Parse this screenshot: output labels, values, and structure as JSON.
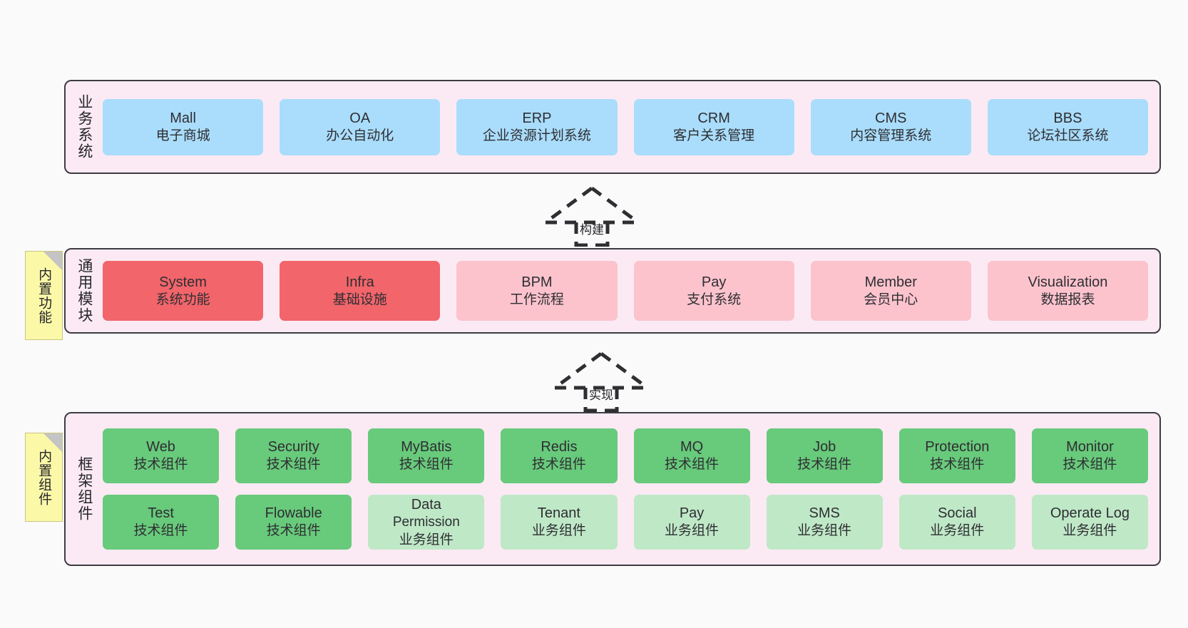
{
  "diagram": {
    "title": "业务系统 / 通用模块 / 框架组件 架构分层图",
    "colors": {
      "panel_bg": "#fbeaf4",
      "panel_border": "#3c3c42",
      "business_card": "#aaddfb",
      "module_core_card": "#f2656a",
      "module_card": "#fcc3cd",
      "tech_component_card": "#68ca7b",
      "biz_component_card": "#bfe8c7",
      "note_bg": "#fbf8a8",
      "canvas_bg": "#fafafa"
    }
  },
  "layers": [
    {
      "key": "business",
      "label": "业务系统",
      "rows": [
        {
          "cards": [
            {
              "name": "mall",
              "t1": "Mall",
              "t2": "电子商城",
              "style": "h-blue"
            },
            {
              "name": "oa",
              "t1": "OA",
              "t2": "办公自动化",
              "style": "h-blue"
            },
            {
              "name": "erp",
              "t1": "ERP",
              "t2": "企业资源计划系统",
              "style": "h-blue"
            },
            {
              "name": "crm",
              "t1": "CRM",
              "t2": "客户关系管理",
              "style": "h-blue"
            },
            {
              "name": "cms",
              "t1": "CMS",
              "t2": "内容管理系统",
              "style": "h-blue"
            },
            {
              "name": "bbs",
              "t1": "BBS",
              "t2": "论坛社区系统",
              "style": "h-blue"
            }
          ]
        }
      ]
    },
    {
      "key": "module",
      "label": "通用模块",
      "note": "内置功能",
      "rows": [
        {
          "cards": [
            {
              "name": "system",
              "t1": "System",
              "t2": "系统功能",
              "style": "h-red"
            },
            {
              "name": "infra",
              "t1": "Infra",
              "t2": "基础设施",
              "style": "h-red"
            },
            {
              "name": "bpm",
              "t1": "BPM",
              "t2": "工作流程",
              "style": "h-pink"
            },
            {
              "name": "pay",
              "t1": "Pay",
              "t2": "支付系统",
              "style": "h-pink"
            },
            {
              "name": "member",
              "t1": "Member",
              "t2": "会员中心",
              "style": "h-pink"
            },
            {
              "name": "visualization",
              "t1": "Visualization",
              "t2": "数据报表",
              "style": "h-pink"
            }
          ]
        }
      ]
    },
    {
      "key": "framework",
      "label": "框架组件",
      "note": "内置组件",
      "rows": [
        {
          "cards": [
            {
              "name": "web",
              "t1": "Web",
              "t2": "技术组件",
              "style": "h-green"
            },
            {
              "name": "security",
              "t1": "Security",
              "t2": "技术组件",
              "style": "h-green"
            },
            {
              "name": "mybatis",
              "t1": "MyBatis",
              "t2": "技术组件",
              "style": "h-green"
            },
            {
              "name": "redis",
              "t1": "Redis",
              "t2": "技术组件",
              "style": "h-green"
            },
            {
              "name": "mq",
              "t1": "MQ",
              "t2": "技术组件",
              "style": "h-green"
            },
            {
              "name": "job",
              "t1": "Job",
              "t2": "技术组件",
              "style": "h-green"
            },
            {
              "name": "protection",
              "t1": "Protection",
              "t2": "技术组件",
              "style": "h-green"
            },
            {
              "name": "monitor",
              "t1": "Monitor",
              "t2": "技术组件",
              "style": "h-green"
            }
          ]
        },
        {
          "cards": [
            {
              "name": "test",
              "t1": "Test",
              "t2": "技术组件",
              "style": "h-green"
            },
            {
              "name": "flowable",
              "t1": "Flowable",
              "t2": "技术组件",
              "style": "h-green"
            },
            {
              "name": "data-permission",
              "t1": "Data",
              "t2": "Permission",
              "t3": "业务组件",
              "style": "h-green2"
            },
            {
              "name": "tenant",
              "t1": "Tenant",
              "t2": "业务组件",
              "style": "h-green2"
            },
            {
              "name": "pay-component",
              "t1": "Pay",
              "t2": "业务组件",
              "style": "h-green2"
            },
            {
              "name": "sms",
              "t1": "SMS",
              "t2": "业务组件",
              "style": "h-green2"
            },
            {
              "name": "social",
              "t1": "Social",
              "t2": "业务组件",
              "style": "h-green2"
            },
            {
              "name": "operate-log",
              "t1": "Operate Log",
              "t2": "业务组件",
              "style": "h-green2"
            }
          ]
        }
      ]
    }
  ],
  "connectors": [
    {
      "name": "build-arrow",
      "label": "构建"
    },
    {
      "name": "implement-arrow",
      "label": "实现"
    }
  ]
}
